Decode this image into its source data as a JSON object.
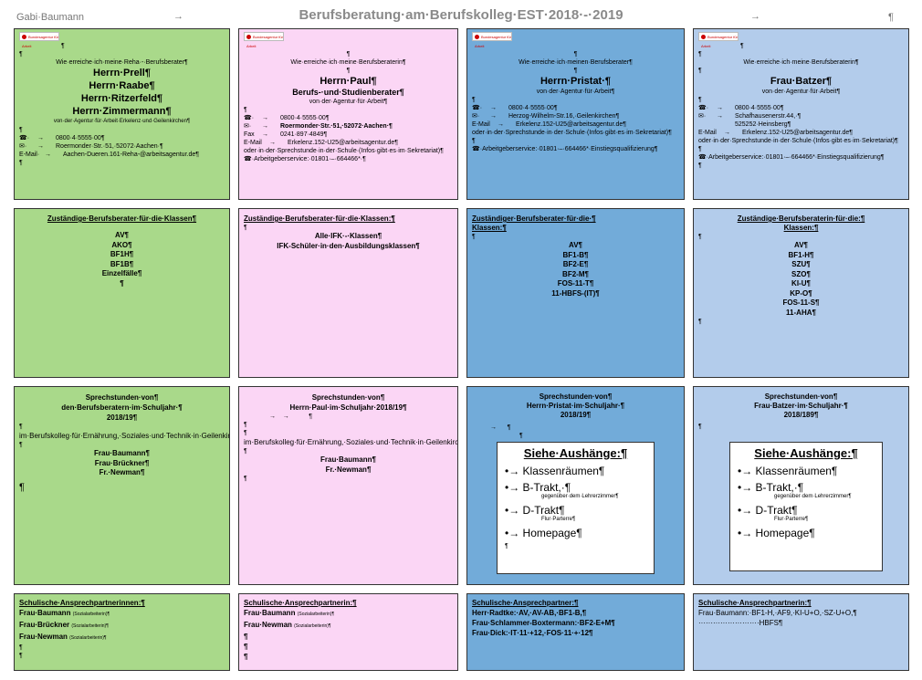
{
  "header": {
    "author": "Gabi·Baumann",
    "arrow": "→",
    "title": "Berufsberatung·am·Berufskolleg·EST·2018·-·2019",
    "para": "¶"
  },
  "logo_text": "Bundesagentur für Arbeit",
  "pm": "¶",
  "row1": {
    "c1": {
      "intro": "Wie·erreiche·ich·meine·Reha·-·Berufsberater¶",
      "names": [
        "Herrn·Prell¶",
        "Herrn·Raabe¶",
        "Herrn·Ritzerfeld¶",
        "Herrn·Zimmermann¶"
      ],
      "sub": "von·der·Agentur·für·Arbeit·Erkelenz·und·Geilenkirchen¶",
      "phone": "0800·4·5555·00¶",
      "address": "Roermonder·Str.·51,·52072·Aachen·¶",
      "email_label": "E-Mail·",
      "email": "Aachen-Dueren.161-Reha-@arbeitsagentur.de¶"
    },
    "c2": {
      "intro": "Wie·erreiche·ich·meine·Berufsberaterin¶",
      "name": "Herrn·Paul¶",
      "role": "Berufs-·und·Studienberater¶",
      "sub": "von·der·Agentur·für·Arbeit¶",
      "phone": "0800·4·5555·00¶",
      "address": "Roermonder·Str.·51,·52072·Aachen·¶",
      "fax_label": "Fax",
      "fax": "0241·897·4849¶",
      "email_label": "E-Mail",
      "email": "Erkelenz.152-U25@arbeitsagentur.de¶",
      "note": "oder·in·der·Sprechstunde·in·der·Schule·(Infos·gibt·es·im·Sekretariat)¶",
      "service": "Arbeitgeberservice:·01801·–·664466*·¶"
    },
    "c3": {
      "intro": "Wie·erreiche·ich·meinen·Berufsberater¶",
      "name": "Herrn·Pristat·¶",
      "sub": "von·der·Agentur·für·Arbeit¶",
      "phone": "0800·4·5555·00¶",
      "address": "Herzog-Wilhelm-Str.16,·Geilenkirchen¶",
      "email_label": "E-Mail",
      "email": "Erkelenz.152-U25@arbeitsagentur.de¶",
      "note": "oder·in·der·Sprechstunde·in·der·Schule·(Infos·gibt·es·im·Sekretariat)¶",
      "service": "Arbeitgeberservice:·01801·–·664466*·Einstiegsqualifizierung¶"
    },
    "c4": {
      "intro": "Wie·erreiche·ich·meine·Berufsberaterin¶",
      "name": "Frau·Batzer¶",
      "sub": "von·der·Agentur·für·Arbeit¶",
      "phone": "0800·4·5555·00¶",
      "address1": "Schafhausenerstr.44,·¶",
      "address2": "525252·Heinsberg¶",
      "email_label": "E-Mail",
      "email": "Erkelenz.152-U25@arbeitsagentur.de¶",
      "note": "oder·in·der·Sprechstunde·in·der·Schule·(Infos·gibt·es·im·Sekretariat)¶",
      "service": "Arbeitgeberservice:·01801·–·664466*·Einstiegsqualifizierung¶"
    }
  },
  "row2": {
    "c1": {
      "title": "Zuständige·Berufsberater·für·die·Klassen¶",
      "items": [
        "AV¶",
        "AKO¶",
        "BF1H¶",
        "BF1B¶",
        "Einzelfälle¶",
        "¶"
      ]
    },
    "c2": {
      "title": "Zuständige·Berufsberater·für·die·Klassen:¶",
      "items": [
        "Alle·IFK·-·Klassen¶",
        "IFK-Schüler·in·den·Ausbildungsklassen¶"
      ]
    },
    "c3": {
      "title": "Zuständiger·Berufsberater·für·die·¶",
      "title2": "Klassen:¶",
      "items": [
        "AV¶",
        "BF1-B¶",
        "BF2-E¶",
        "BF2-M¶",
        "FOS-11-T¶",
        "11-HBFS-(IT)¶"
      ]
    },
    "c4": {
      "title": "Zuständige·Berufsberaterin·für·die:¶",
      "title2": "Klassen:¶",
      "items": [
        "AV¶",
        "BF1-H¶",
        "SZU¶",
        "SZO¶",
        "KI-U¶",
        "KP-O¶",
        "FOS-11-S¶",
        "11-AHA¶"
      ]
    }
  },
  "row3": {
    "c1": {
      "title": [
        "Sprechstunden·von¶",
        "den·Berufsberatern·im·Schuljahr·¶",
        "2018/19¶"
      ],
      "text": "im·Berufskolleg·für·Ernährung,·Soziales·und·Technik·in·Geilenkirchen·nach·Absprache·mit:¶",
      "names": [
        "Frau·Baumann¶",
        "Frau·Brückner¶",
        "Fr.·Newman¶"
      ]
    },
    "c2": {
      "title": [
        "Sprechstunden·von¶",
        "Herrn·Paul·im·Schuljahr·2018/19¶"
      ],
      "text": "im·Berufskolleg·für·Ernährung,·Soziales·und·Technik·in·Geilenkirchen·nach·Absprache·mit:¶",
      "names": [
        "Frau·Baumann¶",
        "Fr.·Newman¶"
      ]
    },
    "c3": {
      "title": [
        "Sprechstunden·von¶",
        "Herrn·Pristat·im·Schuljahr·¶",
        "2018/19¶"
      ]
    },
    "c4": {
      "title": [
        "Sprechstunden·von¶",
        "Frau·Batzer·im·Schuljahr·¶",
        "2018/189¶"
      ]
    },
    "box": {
      "title": "Siehe·Aushänge:¶",
      "items": [
        {
          "label": "Klassenräumen¶",
          "sub": ""
        },
        {
          "label": "B-Trakt,·¶",
          "sub": "gegenüber·dem·Lehrerzimmer¶"
        },
        {
          "label": "D-Trakt¶",
          "sub": "Flur·Parterre¶"
        },
        {
          "label": "Homepage¶",
          "sub": ""
        }
      ]
    }
  },
  "row4": {
    "c1": {
      "title": "Schulische·Ansprechpartnerinnen:¶",
      "lines": [
        {
          "name": "Frau·Baumann",
          "note": "(Sozialarbeiterin)¶"
        },
        {
          "name": "Frau·Brückner",
          "note": "(Sozialarbeiterin)¶"
        },
        {
          "name": "Frau·Newman",
          "note": "(Sozialarbeiterin)¶"
        }
      ]
    },
    "c2": {
      "title": "Schulische·Ansprechpartnerin:¶",
      "lines": [
        {
          "name": "Frau·Baumann",
          "note": "(Sozialarbeiterin)¶"
        },
        {
          "name": "Frau·Newman",
          "note": "(Sozialarbeiterin)¶"
        }
      ]
    },
    "c3": {
      "title": "Schulische·Ansprechpartner:¶",
      "lines": [
        "Herr·Radtke:·AV,·AV-AB,·BF1-B,¶",
        "Frau·Schlammer-Boxtermann:·BF2-E+M¶",
        "Frau·Dick:·IT·11·+12,·FOS·11·+·12¶"
      ]
    },
    "c4": {
      "title": "Schulische·Ansprechpartnerin:¶",
      "line1": "Frau·Baumann:·BF1-H,·AF9,·KI-U+O,·SZ-U+O,¶",
      "line2": "·························HBFS¶"
    }
  }
}
